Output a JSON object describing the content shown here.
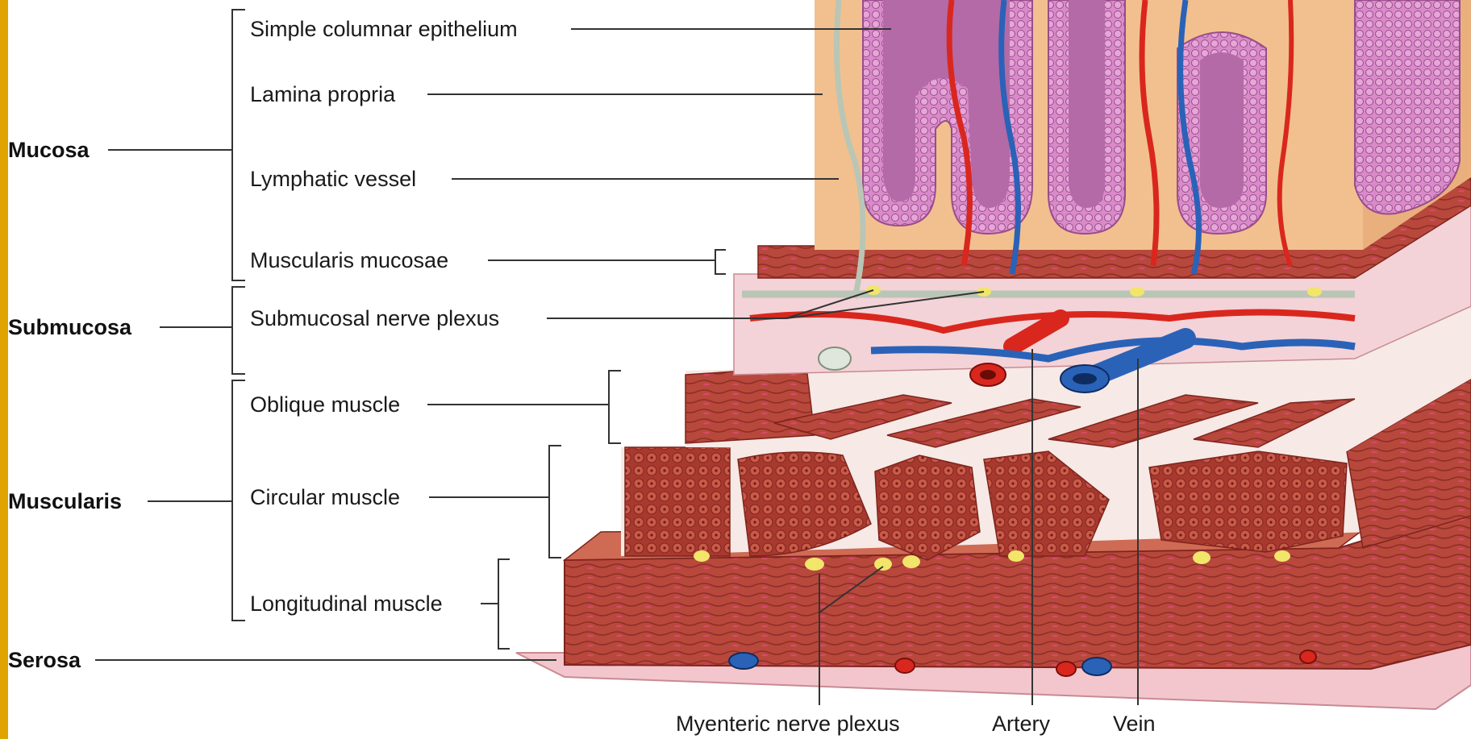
{
  "colors": {
    "left_bar": "#e0a400",
    "muscle": "#b8483c",
    "muscle_dark": "#8e2e27",
    "muscle_light": "#cf6a55",
    "villus": "#d98ac8",
    "villus_core": "#b46aa6",
    "lamina": "#f2c08e",
    "submucosa": "#f3d3d8",
    "artery": "#d9271e",
    "vein": "#2a62b8",
    "lymph": "#b9c6b5",
    "nerve": "#f1e56a",
    "serosa": "#f2c6cc"
  },
  "layers": {
    "mucosa": "Mucosa",
    "submucosa": "Submucosa",
    "muscularis": "Muscularis",
    "serosa": "Serosa"
  },
  "structures": {
    "simple_columnar_epithelium": "Simple columnar epithelium",
    "lamina_propria": "Lamina propria",
    "lymphatic_vessel": "Lymphatic vessel",
    "muscularis_mucosae": "Muscularis mucosae",
    "submucosal_nerve_plexus": "Submucosal nerve plexus",
    "oblique_muscle": "Oblique muscle",
    "circular_muscle": "Circular muscle",
    "longitudinal_muscle": "Longitudinal muscle"
  },
  "bottom_labels": {
    "myenteric_nerve_plexus": "Myenteric nerve plexus",
    "artery": "Artery",
    "vein": "Vein"
  }
}
